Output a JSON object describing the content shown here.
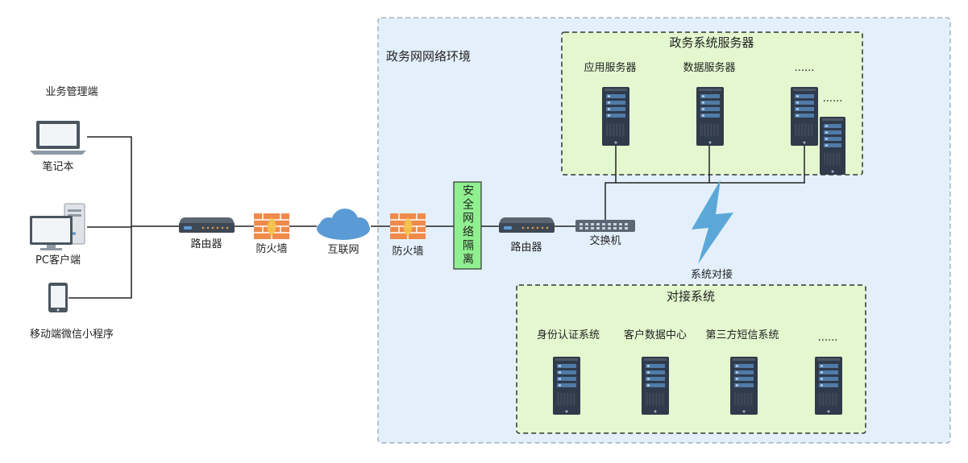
{
  "colors": {
    "gov_env_fill": "#e3f0fc",
    "gov_env_border": "#8fa3b5",
    "group_fill": "#e3f8cf",
    "group_border": "#333333",
    "isolation_fill": "#8ff08f",
    "line": "#222222",
    "cloud": "#5b9bd5",
    "firewall": "#f08a4b",
    "bolt": "#5ba7d8",
    "server_body": "#2f3a4a",
    "server_bay": "#4f7ba8"
  },
  "labels": {
    "business_mgmt": "业务管理端",
    "laptop": "笔记本",
    "pc_client": "PC客户端",
    "mobile": "移动端微信小程序",
    "router_left": "路由器",
    "firewall_left": "防火墙",
    "internet": "互联网",
    "gov_env": "政务网网络环境",
    "firewall_right": "防火墙",
    "isolation": "安全网络隔离",
    "router_right": "路由器",
    "switch": "交换机",
    "system_link": "系统对接"
  },
  "gov_servers": {
    "title": "政务系统服务器",
    "items": [
      "应用服务器",
      "数据服务器",
      "......"
    ],
    "extra": "......"
  },
  "dock_systems": {
    "title": "对接系统",
    "items": [
      "身份认证系统",
      "客户数据中心",
      "第三方短信系统",
      "......"
    ]
  },
  "icons": [
    "laptop-icon",
    "desktop-pc-icon",
    "mobile-phone-icon",
    "router-icon",
    "firewall-icon",
    "cloud-icon",
    "network-switch-icon",
    "server-icon",
    "lightning-bolt-icon"
  ]
}
